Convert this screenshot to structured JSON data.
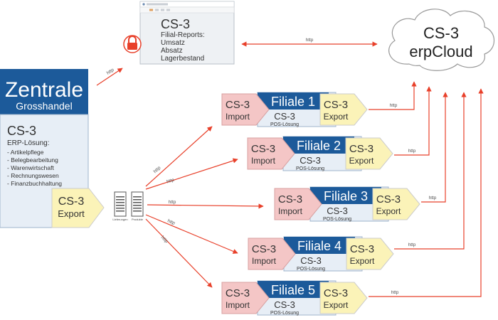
{
  "colors": {
    "blue": "#1c5a9a",
    "blue_light": "#e7eef6",
    "blue_border": "#9fb4cc",
    "pink": "#f4c6c6",
    "yellow": "#fbf3b8",
    "red": "#e8402a",
    "text": "#333333"
  },
  "zentrale": {
    "title": "Zentrale",
    "subtitle": "Grosshandel",
    "product": "CS-3",
    "erp_label": "ERP-Lösung:",
    "features": [
      "- Artikelpflege",
      "- Belegbearbeitung",
      "- Warenwirtschaft",
      "- Rechnungswesen",
      "- Finanzbuchhaltung"
    ],
    "export_title": "CS-3",
    "export_label": "Export"
  },
  "reports": {
    "title": "CS-3",
    "heading": "Filial-Reports:",
    "items": [
      "Umsatz",
      "Absatz",
      "Lagerbestand"
    ]
  },
  "cloud": {
    "line1": "CS-3",
    "line2": "erpCloud"
  },
  "documents": {
    "doc1_label": "Lieferungen",
    "doc2_label": "Produkte"
  },
  "http_label": "http",
  "branch_common": {
    "import_title": "CS-3",
    "import_label": "Import",
    "export_title": "CS-3",
    "export_label": "Export",
    "pos_title": "CS-3",
    "pos_label": "POS-Lösung"
  },
  "branches": [
    {
      "name": "Filiale 1"
    },
    {
      "name": "Filiale 2"
    },
    {
      "name": "Filiale 3"
    },
    {
      "name": "Filiale 4"
    },
    {
      "name": "Filiale 5"
    }
  ]
}
